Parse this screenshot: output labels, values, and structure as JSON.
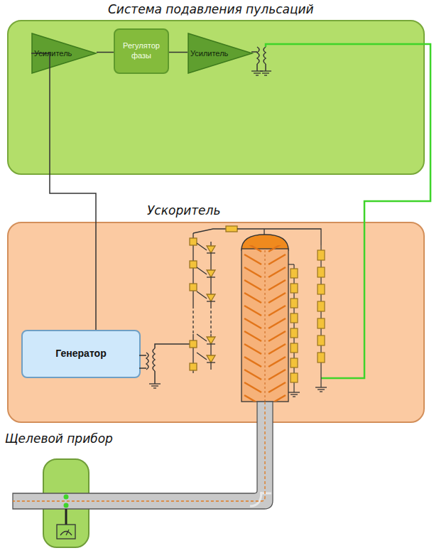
{
  "diagram": {
    "nodes": [
      {
        "text": [
          "Система подавления пульсаций"
        ]
      },
      {
        "text": [
          "Усилитель"
        ],
        "in": 0
      },
      {
        "text": [
          "Регулятор фазы"
        ],
        "in": 0
      },
      {
        "text": [
          "Усилитель"
        ],
        "in": 0
      },
      {
        "text": [
          "Ускоритель"
        ]
      },
      {
        "text": [
          "Генератор"
        ],
        "in": 4
      },
      {
        "text": [
          "Щелевой прибор"
        ]
      }
    ],
    "edges": [
      {
        "from": 1,
        "to": 2,
        "arrow": "none"
      },
      {
        "from": 2,
        "to": 3,
        "arrow": "none"
      },
      {
        "from": 5,
        "to": 1,
        "arrow": "none"
      }
    ]
  }
}
